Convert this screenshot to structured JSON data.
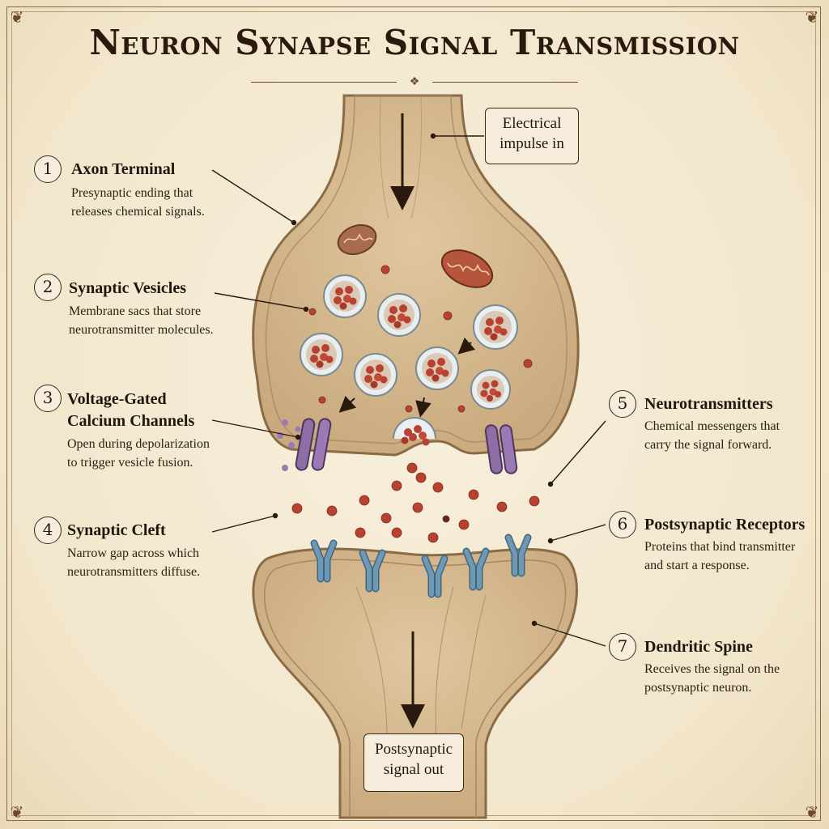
{
  "title": "Neuron Synapse Signal Transmission",
  "input_box": {
    "line1": "Electrical",
    "line2": "impulse in"
  },
  "output_box": {
    "line1": "Postsynaptic",
    "line2": "signal out"
  },
  "labels": [
    {
      "number": "1",
      "title": "Axon Terminal",
      "desc1": "Presynaptic ending that",
      "desc2": "releases chemical signals."
    },
    {
      "number": "2",
      "title": "Synaptic Vesicles",
      "desc1": "Membrane sacs that store",
      "desc2": "neurotransmitter molecules."
    },
    {
      "number": "3",
      "title1": "Voltage-Gated",
      "title2": "Calcium Channels",
      "desc1": "Open during depolarization",
      "desc2": "to trigger vesicle fusion."
    },
    {
      "number": "4",
      "title": "Synaptic Cleft",
      "desc1": "Narrow gap across which",
      "desc2": "neurotransmitters diffuse."
    },
    {
      "number": "5",
      "title": "Neurotransmitters",
      "desc1": "Chemical messengers that",
      "desc2": "carry the signal forward."
    },
    {
      "number": "6",
      "title": "Postsynaptic Receptors",
      "desc1": "Proteins that bind transmitter",
      "desc2": "and start a response."
    },
    {
      "number": "7",
      "title": "Dendritic Spine",
      "desc1": "Receives the signal on the",
      "desc2": "postsynaptic neuron."
    }
  ],
  "colors": {
    "ink": "#2a1a0e",
    "parchment": "#f3e9d4",
    "membrane": "#c9a982",
    "cytoplasm": "#d8bd94",
    "vesicle_fill": "#e9eef0",
    "molecule": "#b8412f",
    "mitochondria": "#b5553b",
    "channel": "#8f6ea6",
    "receptor": "#6f98b4"
  }
}
